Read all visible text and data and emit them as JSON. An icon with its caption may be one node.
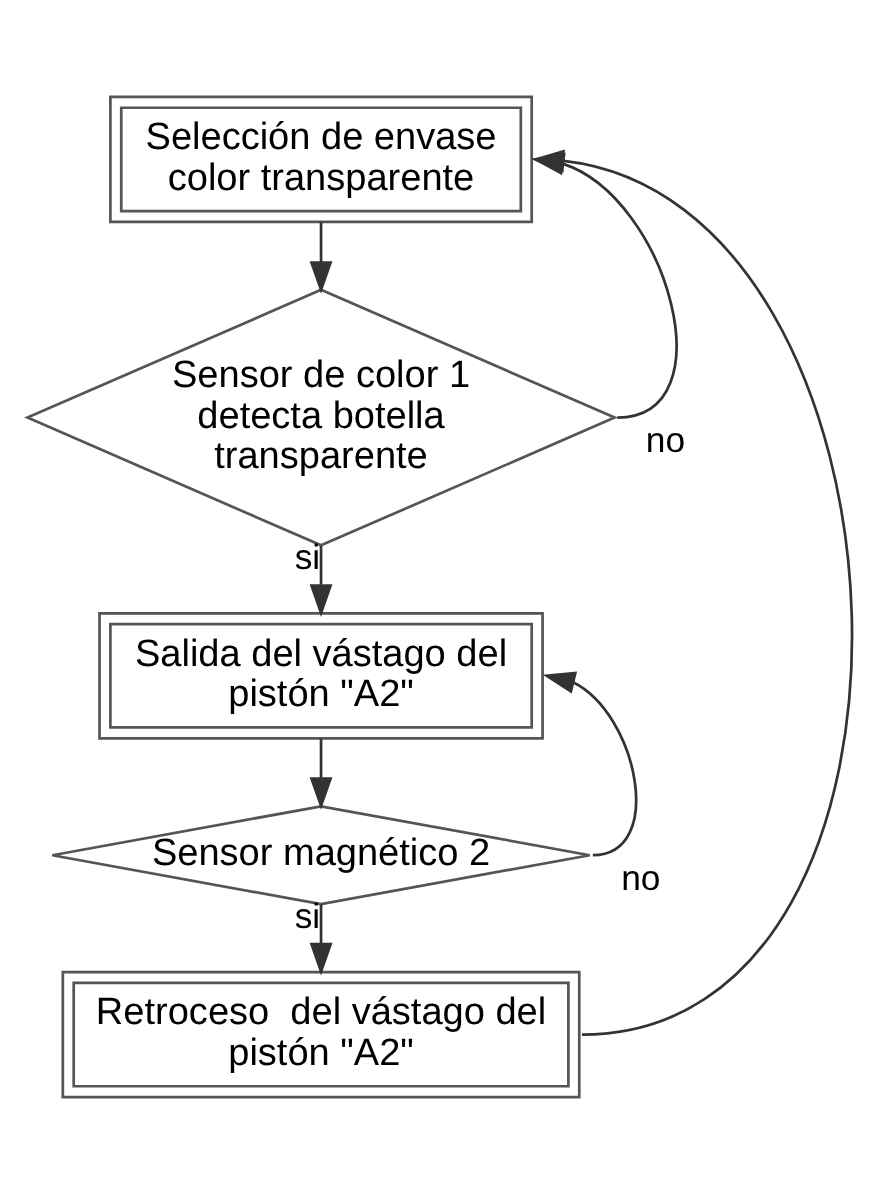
{
  "diagram": {
    "nodes": [
      {
        "text": [
          "Selección de envase color transparente"
        ]
      },
      {
        "text": [
          "Sensor de color 1 detecta botella transparente"
        ]
      },
      {
        "text": [
          "Salida del vástago del pistón \"A2\""
        ]
      },
      {
        "text": [
          "Sensor magnético 2"
        ]
      },
      {
        "text": [
          "Retroceso  del vástago del pistón \"A2\""
        ]
      }
    ],
    "edges": [
      {
        "from": 0,
        "to": 1,
        "arrow": "to"
      },
      {
        "from": 1,
        "to": 2,
        "arrow": "to",
        "label": "si"
      },
      {
        "from": 1,
        "to": 0,
        "arrow": "to",
        "label": "no"
      },
      {
        "from": 2,
        "to": 3,
        "arrow": "to"
      },
      {
        "from": 3,
        "to": 2,
        "arrow": "to",
        "label": "no"
      },
      {
        "from": 3,
        "to": 4,
        "arrow": "to",
        "label": "si"
      },
      {
        "from": 4,
        "to": 0,
        "arrow": "to"
      }
    ]
  }
}
